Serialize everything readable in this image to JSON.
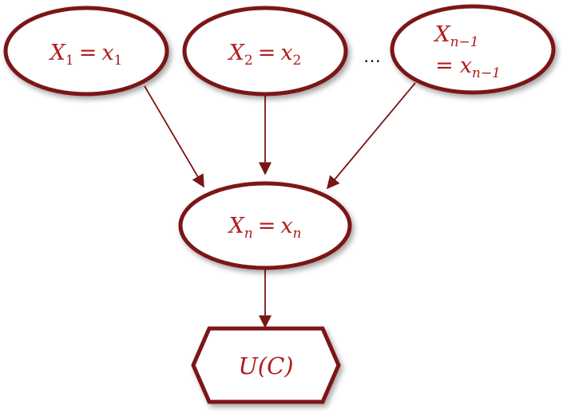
{
  "colors": {
    "node_stroke": "#7b1414",
    "label_text": "#b01c1c",
    "edge": "#7b1414"
  },
  "nodes": {
    "x1": {
      "var": "X",
      "sub": "1",
      "eq": "=",
      "val": "x",
      "val_sub": "1"
    },
    "x2": {
      "var": "X",
      "sub": "2",
      "eq": "=",
      "val": "x",
      "val_sub": "2"
    },
    "xn1": {
      "var": "X",
      "sub": "n−1",
      "eq": "=",
      "val": "x",
      "val_sub": "n−1"
    },
    "xn": {
      "var": "X",
      "sub": "n",
      "eq": "=",
      "val": "x",
      "val_sub": "n"
    },
    "utility": {
      "label": "U(C)"
    }
  },
  "ellipsis": "…"
}
